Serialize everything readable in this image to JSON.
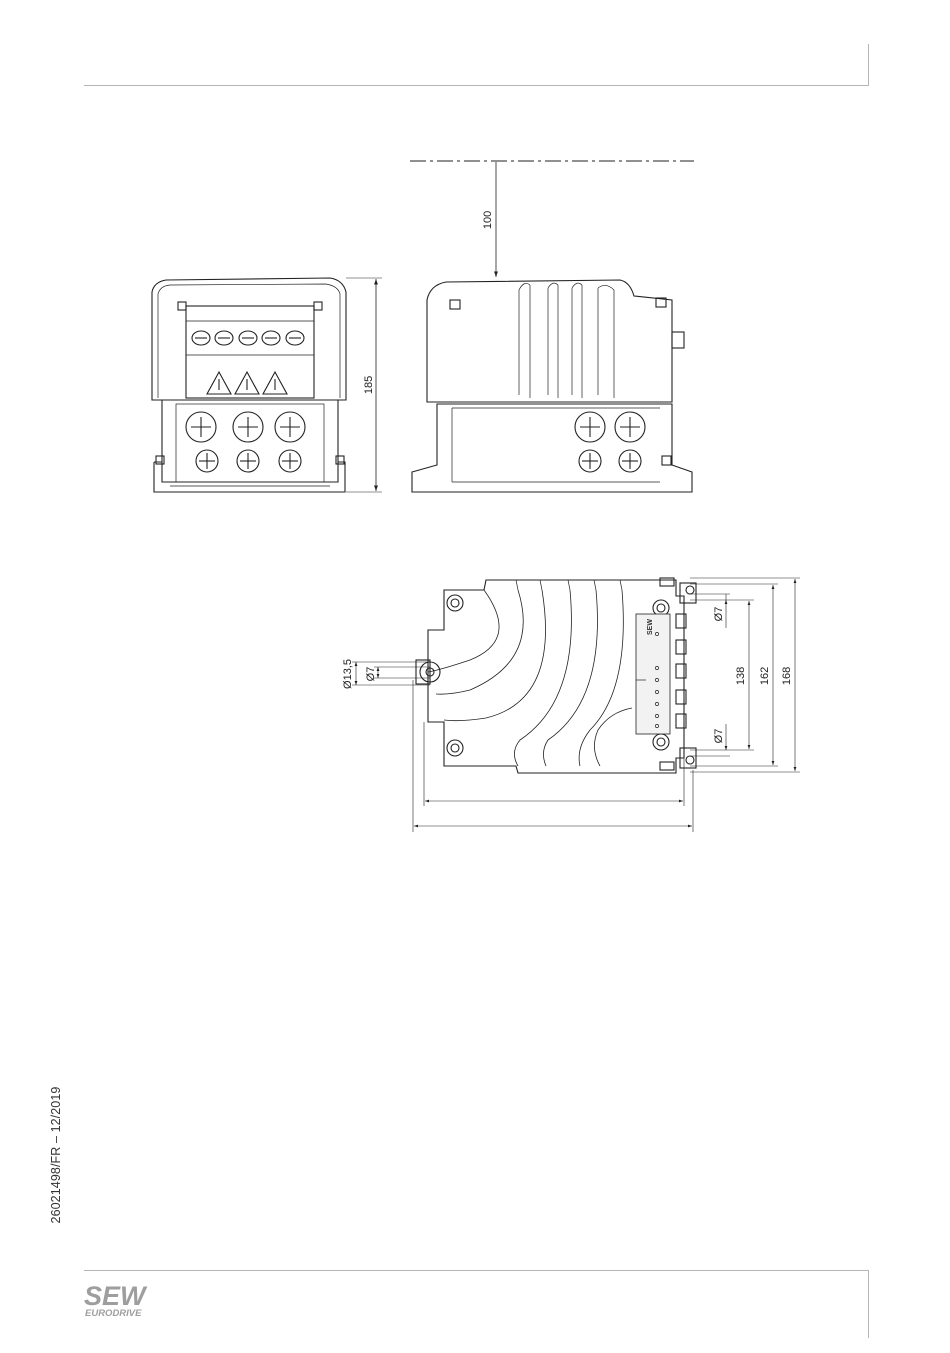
{
  "document": {
    "doc_reference": "26021498/FR – 12/2019"
  },
  "logo": {
    "line1": "SEW",
    "line2": "EURODRIVE"
  },
  "drawing": {
    "dims": {
      "clearance": "100",
      "height": "185",
      "dia_large": "Ø13,5",
      "dia_small_left": "Ø7",
      "dia_top_right": "Ø7",
      "dia_bottom_right": "Ø7",
      "width_138": "138",
      "width_162": "162",
      "width_168": "168"
    },
    "plate_brand": "SEW"
  }
}
